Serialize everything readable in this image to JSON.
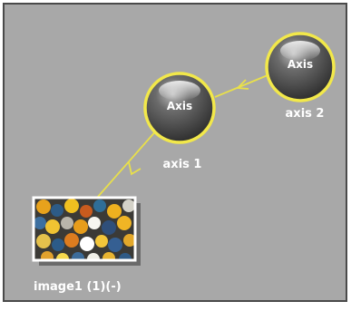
{
  "colors": {
    "workspace_bg": "#a8a8a8",
    "frame": "#4a4a4a",
    "node_ring": "#f2e84a",
    "connection": "#e9e04a",
    "label_text": "#ffffff"
  },
  "graph": {
    "nodes": [
      {
        "id": "axis2",
        "bullet_text": "Axis",
        "label": "axis 2",
        "icon": "sphere-icon"
      },
      {
        "id": "axis1",
        "bullet_text": "Axis",
        "label": "axis 1",
        "icon": "sphere-icon"
      },
      {
        "id": "image1",
        "label": "image1 (1)(-)",
        "icon": "image-thumbnail-icon"
      }
    ],
    "connections": [
      {
        "from": "axis2",
        "to": "axis1"
      },
      {
        "from": "axis1",
        "to": "image1"
      }
    ]
  }
}
